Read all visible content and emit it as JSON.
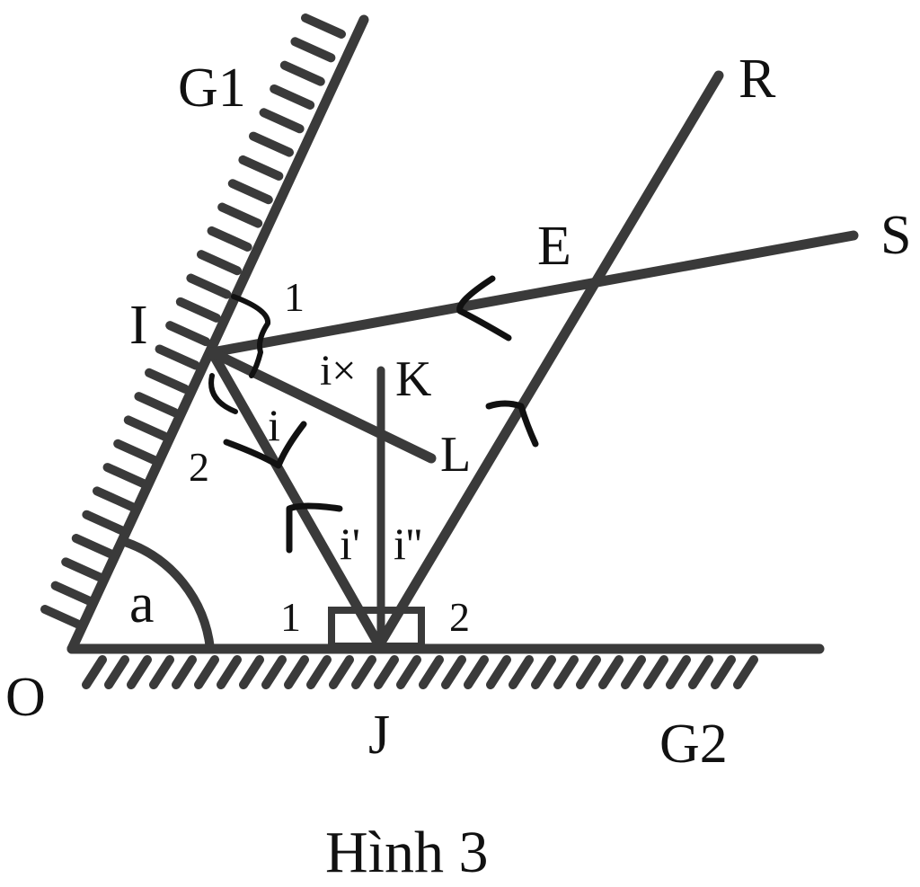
{
  "figure": {
    "caption": "Hình 3",
    "mirrors": {
      "g1": "G1",
      "g2": "G2"
    },
    "points": {
      "o": "O",
      "i": "I",
      "j": "J",
      "k": "K",
      "l": "L",
      "e": "E",
      "r": "R",
      "s": "S"
    },
    "angles": {
      "a": "a",
      "i": "i",
      "i_x": "i×",
      "i_prime": "i'",
      "i_double_prime": "i''",
      "i_1": "1",
      "i_2": "2",
      "j_1": "1",
      "j_2": "2"
    }
  },
  "colors": {
    "line": "#3a3a3a",
    "text": "#111111",
    "background": "#ffffff"
  }
}
